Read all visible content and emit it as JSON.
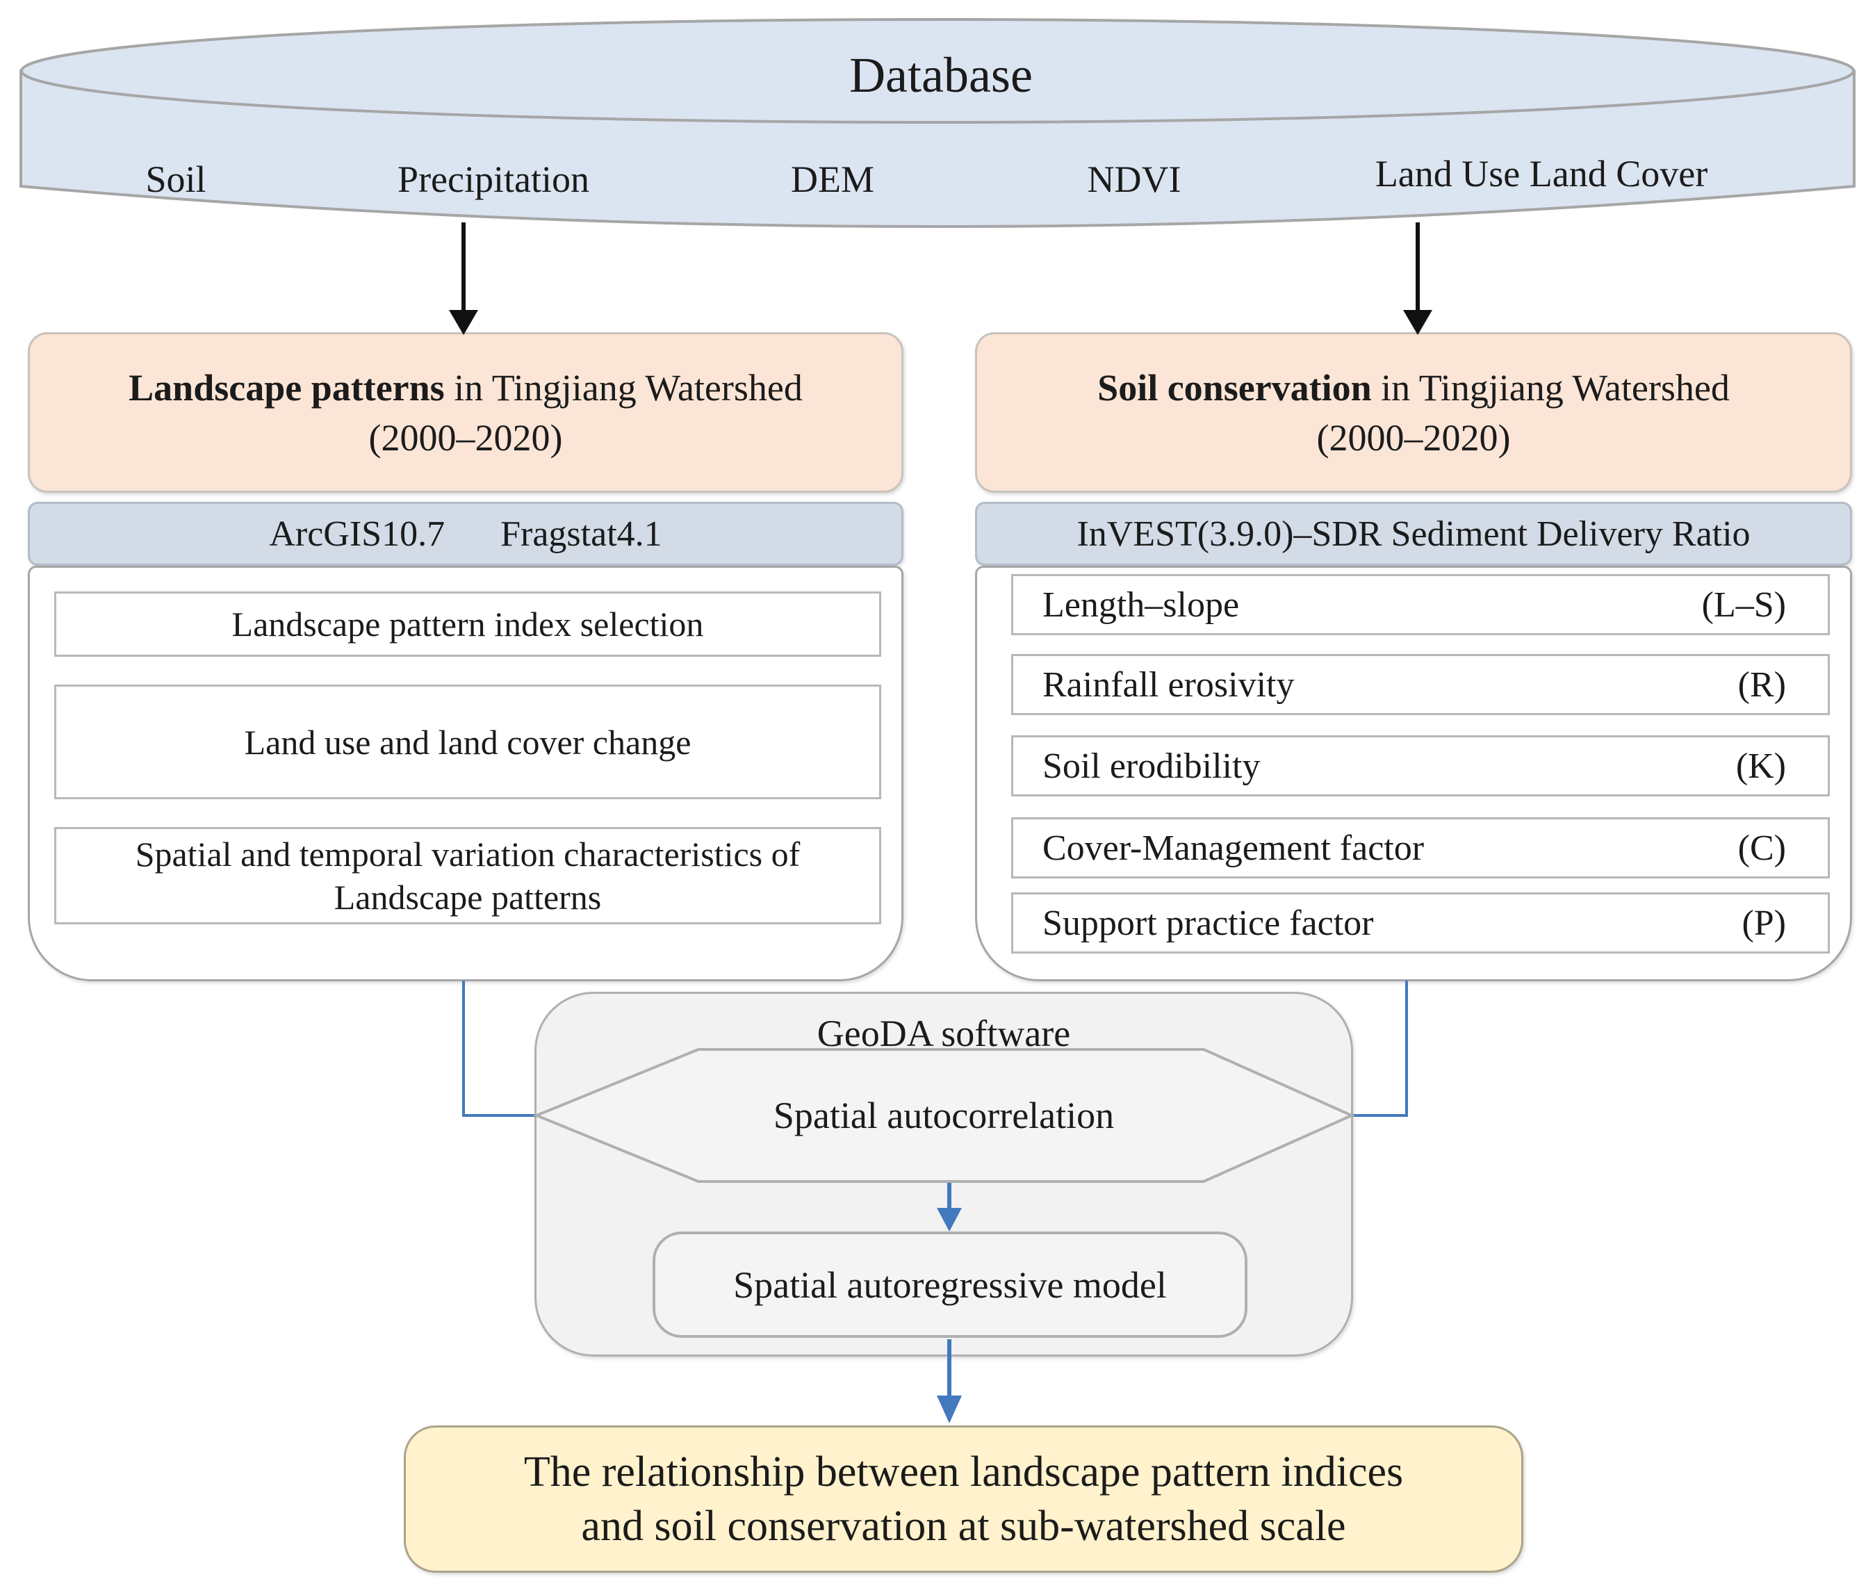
{
  "database": {
    "title": "Database",
    "items": [
      "Soil",
      "Precipitation",
      "DEM",
      "NDVI",
      "Land Use Land Cover"
    ]
  },
  "left_panel": {
    "title_bold": "Landscape patterns",
    "title_rest": " in Tingjiang Watershed",
    "title_line2": "(2000–2020)",
    "tools": {
      "tool1": "ArcGIS10.7",
      "tool2": "Fragstat4.1"
    },
    "steps": [
      "Landscape pattern index selection",
      "Land use and land cover change",
      "Spatial and temporal variation characteristics of Landscape patterns"
    ]
  },
  "right_panel": {
    "title_bold": "Soil conservation",
    "title_rest": " in Tingjiang Watershed",
    "title_line2": "(2000–2020)",
    "tool": "InVEST(3.9.0)–SDR Sediment Delivery Ratio",
    "factors": [
      {
        "label": "Length–slope",
        "code": "(L–S)"
      },
      {
        "label": "Rainfall erosivity",
        "code": "(R)"
      },
      {
        "label": "Soil erodibility",
        "code": "(K)"
      },
      {
        "label": "Cover-Management factor",
        "code": "(C)"
      },
      {
        "label": "Support practice factor",
        "code": "(P)"
      }
    ]
  },
  "analysis": {
    "software": "GeoDA  software",
    "hexagon": "Spatial autocorrelation",
    "model": "Spatial autoregressive model"
  },
  "result": {
    "line1": "The relationship between landscape pattern indices",
    "line2": "and soil conservation at sub-watershed scale"
  },
  "colors": {
    "database_fill": "#dbe5f1",
    "panel_title_fill": "#fbe5d6",
    "tool_bar_fill": "#d2dbe6",
    "analysis_fill": "#f2f2f2",
    "result_fill": "#fff2cc",
    "connector_blue": "#4379bd",
    "arrow_black": "#111111",
    "border_gray": "#a6a6a6"
  }
}
